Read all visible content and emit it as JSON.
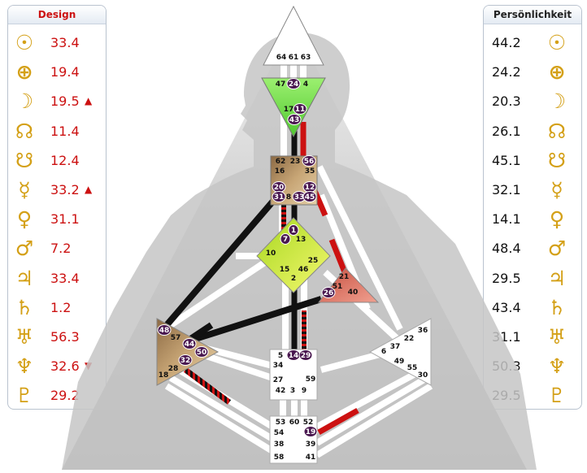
{
  "design": {
    "title": "Design",
    "rows": [
      {
        "planet": "sun-icon",
        "glyph": "☉",
        "value": "33.4",
        "marker": ""
      },
      {
        "planet": "earth-icon",
        "glyph": "⊕",
        "value": "19.4",
        "marker": ""
      },
      {
        "planet": "moon-icon",
        "glyph": "☽",
        "value": "19.5",
        "marker": "▲"
      },
      {
        "planet": "north-node-icon",
        "glyph": "☊",
        "value": "11.4",
        "marker": ""
      },
      {
        "planet": "south-node-icon",
        "glyph": "☋",
        "value": "12.4",
        "marker": ""
      },
      {
        "planet": "mercury-icon",
        "glyph": "☿",
        "value": "33.2",
        "marker": "▲"
      },
      {
        "planet": "venus-icon",
        "glyph": "♀",
        "value": "31.1",
        "marker": ""
      },
      {
        "planet": "mars-icon",
        "glyph": "♂",
        "value": "7.2",
        "marker": ""
      },
      {
        "planet": "jupiter-icon",
        "glyph": "♃",
        "value": "33.4",
        "marker": ""
      },
      {
        "planet": "saturn-icon",
        "glyph": "♄",
        "value": "1.2",
        "marker": ""
      },
      {
        "planet": "uranus-icon",
        "glyph": "♅",
        "value": "56.3",
        "marker": ""
      },
      {
        "planet": "neptune-icon",
        "glyph": "♆",
        "value": "32.6",
        "marker": "▼"
      },
      {
        "planet": "pluto-icon",
        "glyph": "♇",
        "value": "29.2",
        "marker": ""
      }
    ]
  },
  "personality": {
    "title": "Persönlichkeit",
    "rows": [
      {
        "planet": "sun-icon",
        "glyph": "☉",
        "value": "44.2"
      },
      {
        "planet": "earth-icon",
        "glyph": "⊕",
        "value": "24.2"
      },
      {
        "planet": "moon-icon",
        "glyph": "☽",
        "value": "20.3"
      },
      {
        "planet": "north-node-icon",
        "glyph": "☊",
        "value": "26.1"
      },
      {
        "planet": "south-node-icon",
        "glyph": "☋",
        "value": "45.1"
      },
      {
        "planet": "mercury-icon",
        "glyph": "☿",
        "value": "32.1"
      },
      {
        "planet": "venus-icon",
        "glyph": "♀",
        "value": "14.1"
      },
      {
        "planet": "mars-icon",
        "glyph": "♂",
        "value": "48.4"
      },
      {
        "planet": "jupiter-icon",
        "glyph": "♃",
        "value": "29.5"
      },
      {
        "planet": "saturn-icon",
        "glyph": "♄",
        "value": "43.4"
      },
      {
        "planet": "uranus-icon",
        "glyph": "♅",
        "value": "31.1"
      },
      {
        "planet": "neptune-icon",
        "glyph": "♆",
        "value": "50.3"
      },
      {
        "planet": "pluto-icon",
        "glyph": "♇",
        "value": "29.5"
      }
    ]
  },
  "colors": {
    "design_red": "#cc1111",
    "personality_black": "#111111",
    "glyph_gold": "#d4a017",
    "ajna_green": "#80e040",
    "g_center_yellow": "#dcea3c",
    "center_brown": "#b08a5e",
    "ego_red": "#e0705a",
    "undefined_white": "#ffffff",
    "activated_gate": "#4a1850"
  },
  "bodygraph": {
    "centers": {
      "head": {
        "name": "head-center",
        "defined": false,
        "gates": [
          "64",
          "61",
          "63"
        ]
      },
      "ajna": {
        "name": "ajna-center",
        "defined": true,
        "gates": [
          "47",
          "24",
          "4",
          "17",
          "11",
          "43"
        ]
      },
      "throat": {
        "name": "throat-center",
        "defined": true,
        "gates": [
          "62",
          "23",
          "56",
          "16",
          "35",
          "20",
          "12",
          "31",
          "8",
          "33",
          "45"
        ]
      },
      "g": {
        "name": "g-center",
        "defined": true,
        "gates": [
          "1",
          "7",
          "13",
          "10",
          "25",
          "15",
          "46",
          "2"
        ]
      },
      "ego": {
        "name": "ego-center",
        "defined": true,
        "gates": [
          "21",
          "51",
          "26",
          "40"
        ]
      },
      "spleen": {
        "name": "spleen-center",
        "defined": true,
        "gates": [
          "48",
          "57",
          "44",
          "50",
          "32",
          "28",
          "18"
        ]
      },
      "solar": {
        "name": "solar-plexus-center",
        "defined": false,
        "gates": [
          "36",
          "22",
          "37",
          "6",
          "49",
          "55",
          "30"
        ]
      },
      "sacral": {
        "name": "sacral-center",
        "defined": false,
        "gates": [
          "5",
          "14",
          "29",
          "34",
          "27",
          "59",
          "42",
          "3",
          "9"
        ]
      },
      "root": {
        "name": "root-center",
        "defined": false,
        "gates": [
          "53",
          "60",
          "52",
          "54",
          "19",
          "38",
          "39",
          "58",
          "41"
        ]
      }
    },
    "activated_gates": [
      "24",
      "11",
      "43",
      "56",
      "20",
      "31",
      "33",
      "45",
      "12",
      "1",
      "7",
      "26",
      "48",
      "44",
      "50",
      "32",
      "14",
      "29",
      "19"
    ]
  }
}
